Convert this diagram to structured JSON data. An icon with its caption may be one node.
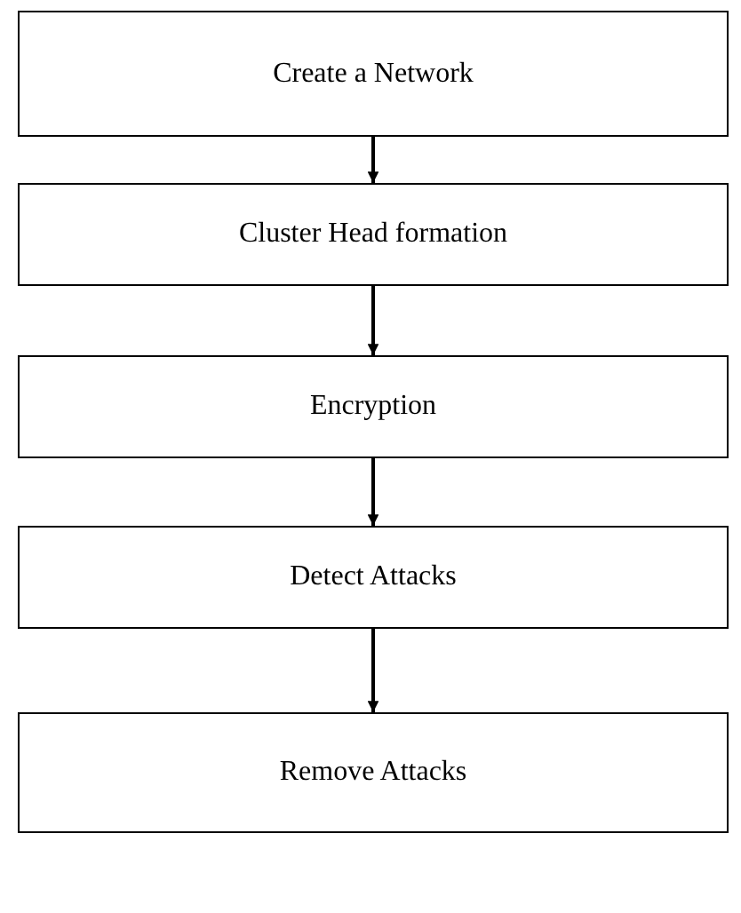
{
  "diagram": {
    "nodes": [
      {
        "text": [
          "Create a Network"
        ]
      },
      {
        "text": [
          "Cluster Head formation"
        ]
      },
      {
        "text": [
          "Encryption"
        ]
      },
      {
        "text": [
          "Detect Attacks"
        ]
      },
      {
        "text": [
          "Remove Attacks"
        ]
      }
    ],
    "edges": [
      {
        "from": 0,
        "to": 1,
        "arrow": "to"
      },
      {
        "from": 1,
        "to": 2,
        "arrow": "to"
      },
      {
        "from": 2,
        "to": 3,
        "arrow": "to"
      },
      {
        "from": 3,
        "to": 4,
        "arrow": "to"
      }
    ]
  }
}
